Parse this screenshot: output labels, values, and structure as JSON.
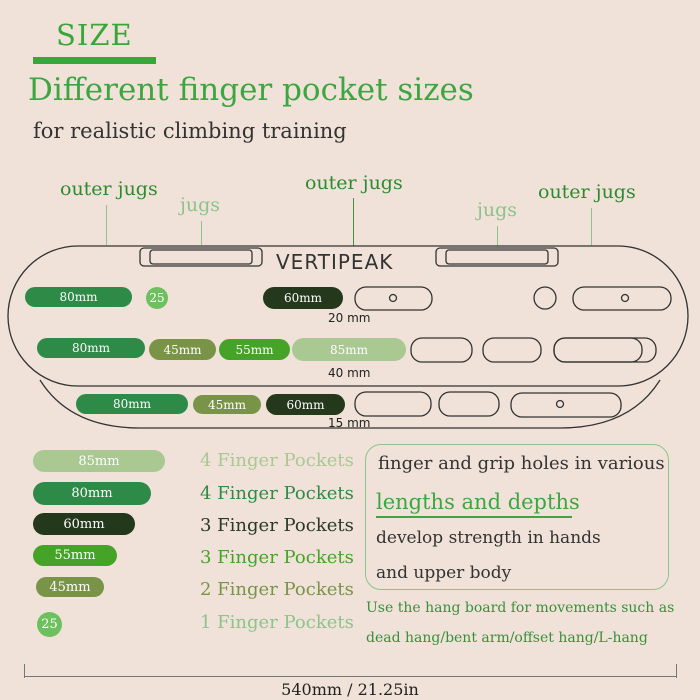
{
  "header": {
    "size_label": "SIZE",
    "title": "Different finger pocket sizes",
    "subtitle": "for realistic climbing training"
  },
  "jugs": {
    "outer_left": "outer jugs",
    "jugs_left": "jugs",
    "outer_center": "outer jugs",
    "jugs_right": "jugs",
    "outer_right": "outer jugs"
  },
  "board": {
    "logo": "VERTIPEAK",
    "row1": {
      "pill_80": "80mm",
      "pill_25": "25",
      "pill_60": "60mm",
      "depth": "20 mm"
    },
    "row2": {
      "pill_80": "80mm",
      "pill_45": "45mm",
      "pill_55": "55mm",
      "pill_85": "85mm",
      "depth": "40 mm"
    },
    "row3": {
      "pill_80": "80mm",
      "pill_45": "45mm",
      "pill_60": "60mm",
      "depth": "15 mm"
    }
  },
  "legend": [
    {
      "size": "85mm",
      "label": "4 Finger Pockets",
      "color": "#a9c892",
      "text_color": "#a9c892"
    },
    {
      "size": "80mm",
      "label": "4 Finger Pockets",
      "color": "#2e8a47",
      "text_color": "#2e8a47"
    },
    {
      "size": "60mm",
      "label": "3 Finger Pockets",
      "color": "#24391b",
      "text_color": "#2a3a22"
    },
    {
      "size": "55mm",
      "label": "3 Finger Pockets",
      "color": "#45a428",
      "text_color": "#45a428"
    },
    {
      "size": "45mm",
      "label": "2 Finger Pockets",
      "color": "#7a9447",
      "text_color": "#7a9447"
    },
    {
      "size": "25",
      "label": "1 Finger Pockets",
      "color": "#6cc05e",
      "text_color": "#8cc48c"
    }
  ],
  "info": {
    "line1": "finger and grip holes in various",
    "line2": "lengths and depths",
    "line3": "develop strength in hands",
    "line4": "and upper body",
    "usage1": "Use the hang board for movements such as",
    "usage2": "dead hang/bent arm/offset hang/L-hang"
  },
  "dimension": "540mm / 21.25in",
  "colors": {
    "background": "#f0e2d8",
    "accent_green": "#3aa63a"
  }
}
